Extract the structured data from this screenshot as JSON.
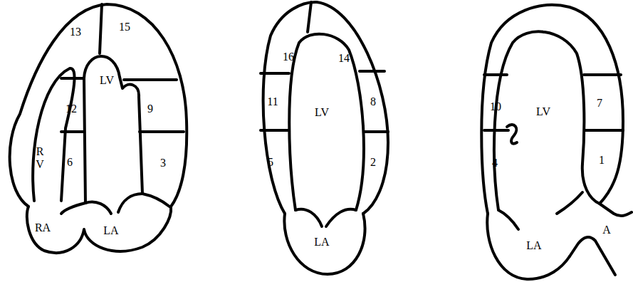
{
  "diagram": {
    "labels": [
      "13",
      "15",
      "12",
      "LV",
      "9",
      "R V",
      "6",
      "3",
      "RA",
      "LA",
      "16",
      "14",
      "11",
      "LV",
      "8",
      "5",
      "2",
      "LA",
      "10",
      "LV",
      "7",
      "4",
      "1",
      "LA",
      "A"
    ]
  }
}
